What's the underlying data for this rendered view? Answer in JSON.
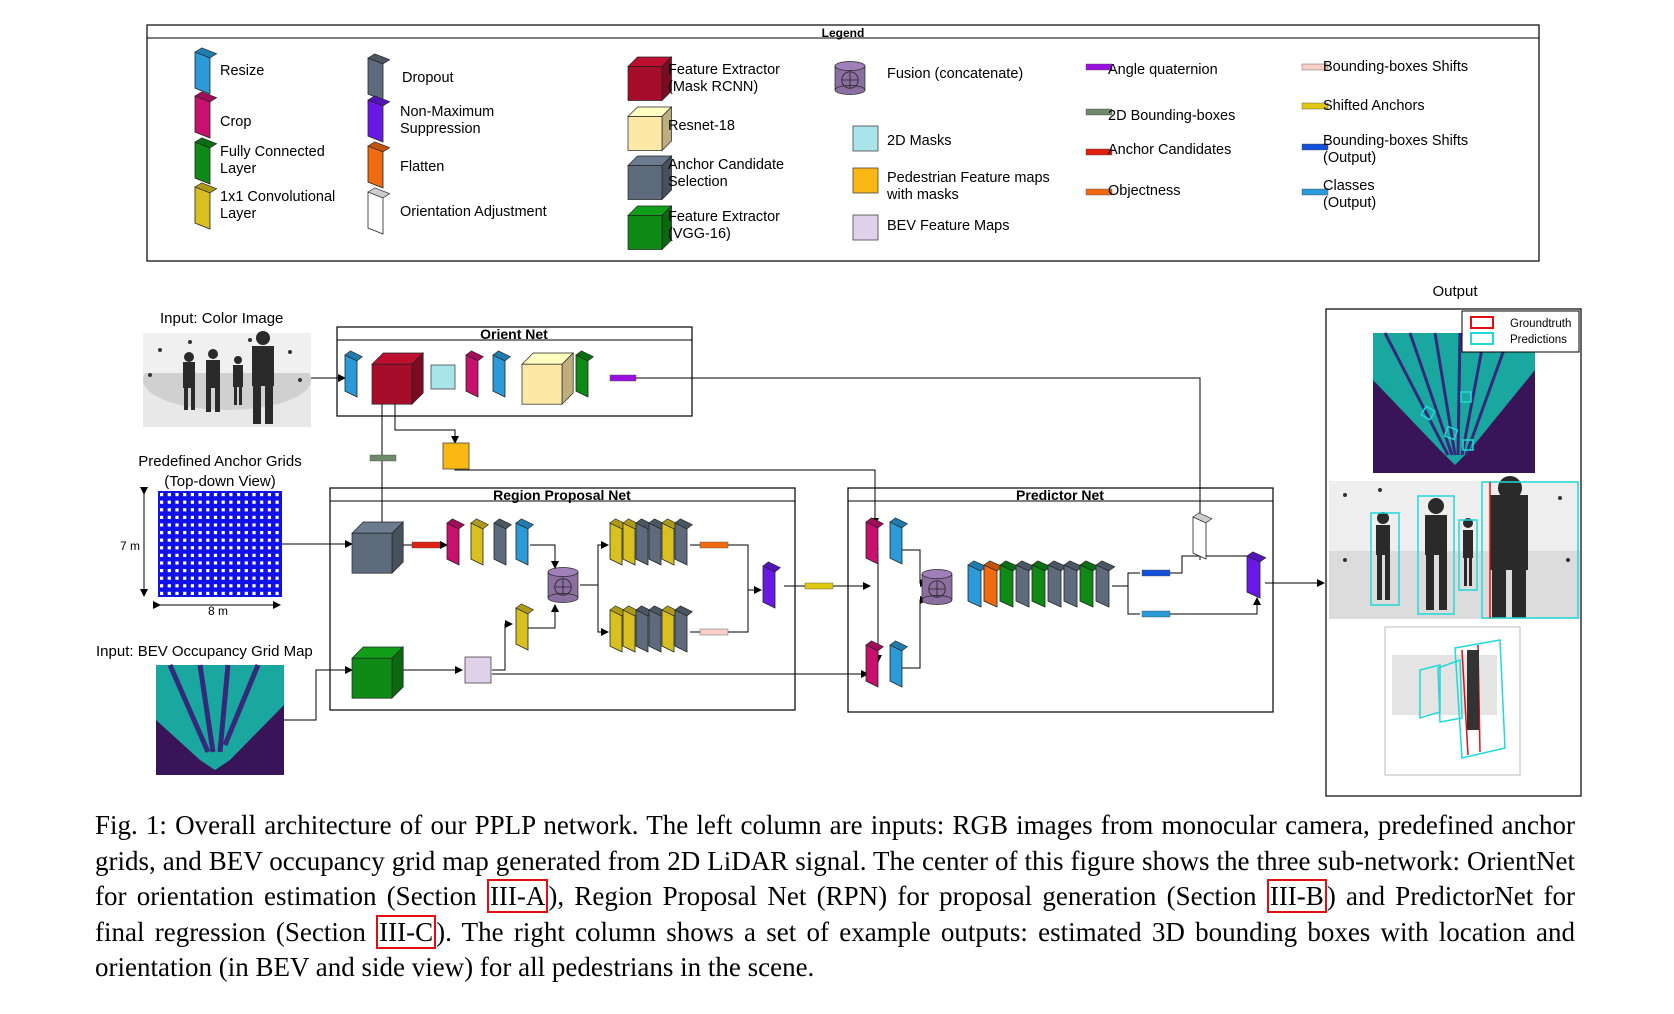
{
  "legend": {
    "title": "Legend",
    "items": [
      {
        "label": "Resize",
        "color": "#2a9ad8",
        "kind": "slab"
      },
      {
        "label": "Crop",
        "color": "#c8106e",
        "kind": "slab"
      },
      {
        "label": "Fully Connected\nLayer",
        "color": "#0f8a16",
        "kind": "slab"
      },
      {
        "label": "1x1 Convolutional\nLayer",
        "color": "#d8c020",
        "kind": "slab"
      },
      {
        "label": "Dropout",
        "color": "#5e6b7c",
        "kind": "slab"
      },
      {
        "label": "Non-Maximum\nSuppression",
        "color": "#6a18e8",
        "kind": "slab"
      },
      {
        "label": "Flatten",
        "color": "#f06a10",
        "kind": "slab"
      },
      {
        "label": "Orientation Adjustment",
        "color": "#ffffff",
        "kind": "slab"
      },
      {
        "label": "Feature Extractor\n(Mask RCNN)",
        "color": "#a50d2a",
        "kind": "cube"
      },
      {
        "label": "Resnet-18",
        "color": "#fde8a8",
        "kind": "cube"
      },
      {
        "label": "Anchor Candidate\nSelection",
        "color": "#5e6b7c",
        "kind": "cube"
      },
      {
        "label": "Feature Extractor\n(VGG-16)",
        "color": "#0f8a16",
        "kind": "cube"
      },
      {
        "label": "Fusion (concatenate)",
        "color": "#8a6fa0",
        "kind": "cylinder"
      },
      {
        "label": "2D Masks",
        "color": "#a8e4ea",
        "kind": "square"
      },
      {
        "label": "Pedestrian Feature maps\nwith masks",
        "color": "#fbb714",
        "kind": "square"
      },
      {
        "label": "BEV Feature Maps",
        "color": "#e0d0ea",
        "kind": "square"
      },
      {
        "label": "Angle quaternion",
        "color": "#9a10e0",
        "kind": "bar"
      },
      {
        "label": "2D Bounding-boxes",
        "color": "#6f8a68",
        "kind": "bar"
      },
      {
        "label": "Anchor Candidates",
        "color": "#e02010",
        "kind": "bar"
      },
      {
        "label": "Objectness",
        "color": "#f06a10",
        "kind": "bar"
      },
      {
        "label": "Bounding-boxes Shifts",
        "color": "#f8d0c8",
        "kind": "bar"
      },
      {
        "label": "Shifted Anchors",
        "color": "#e0c810",
        "kind": "bar"
      },
      {
        "label": "Bounding-boxes Shifts\n(Output)",
        "color": "#1450d8",
        "kind": "bar"
      },
      {
        "label": "Classes\n(Output)",
        "color": "#2a9ad8",
        "kind": "bar"
      }
    ]
  },
  "diagram": {
    "input_color_image": "Input: Color Image",
    "anchor_grid_title": "Predefined Anchor Grids\n(Top-down View)",
    "grid_height": "7 m",
    "grid_width": "8 m",
    "input_bev": "Input: BEV Occupancy Grid Map",
    "orient_net": "Orient Net",
    "rpn": "Region Proposal Net",
    "predictor_net": "Predictor Net",
    "output": "Output",
    "output_legend_groundtruth": "Groundtruth",
    "output_legend_predictions": "Predictions",
    "groundtruth_color": "#e01010",
    "predictions_color": "#22d8d8"
  },
  "caption": {
    "part1": "Fig. 1: Overall architecture of our PPLP network. The left column are inputs: RGB images from monocular camera, predefined anchor grids, and BEV occupancy grid map generated from 2D LiDAR signal. The center of this figure shows the three sub-network: OrientNet for orientation estimation (Section ",
    "ref1": "III-A",
    "part2": "), Region Proposal Net (RPN) for proposal generation (Section ",
    "ref2": "III-B",
    "part3": ") and PredictorNet for final regression (Section ",
    "ref3": "III-C",
    "part4": "). The right column shows a set of example outputs: estimated 3D bounding boxes with location and orientation (in BEV and side view) for all pedestrians in the scene."
  }
}
